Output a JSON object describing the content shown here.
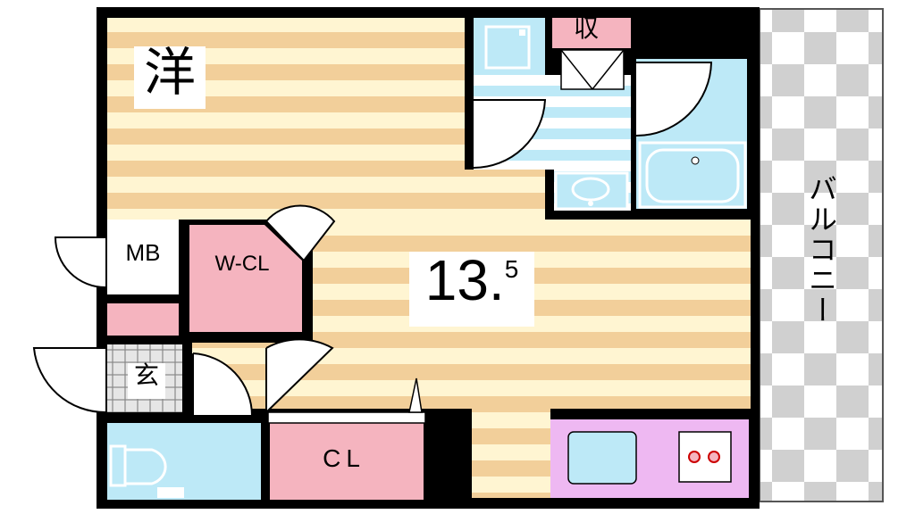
{
  "floorplan": {
    "room_western_label": "洋",
    "room_size_main": "13.",
    "room_size_decimal": "5",
    "mb_label": "MB",
    "walkin_closet_label": "W-CL",
    "closet_label": "CL",
    "genkan_label": "玄",
    "storage_label": "収",
    "balcony_label": "バルコニー"
  },
  "colors": {
    "wall": "#000000",
    "floor_tan": "#F2CF9A",
    "floor_light": "#FFF5D2",
    "bath_blue": "#BDE9F7",
    "closet_pink": "#F5B4BF",
    "kitchen_purple": "#EEB8F2",
    "balcony_gray": "#D0D0D0"
  }
}
